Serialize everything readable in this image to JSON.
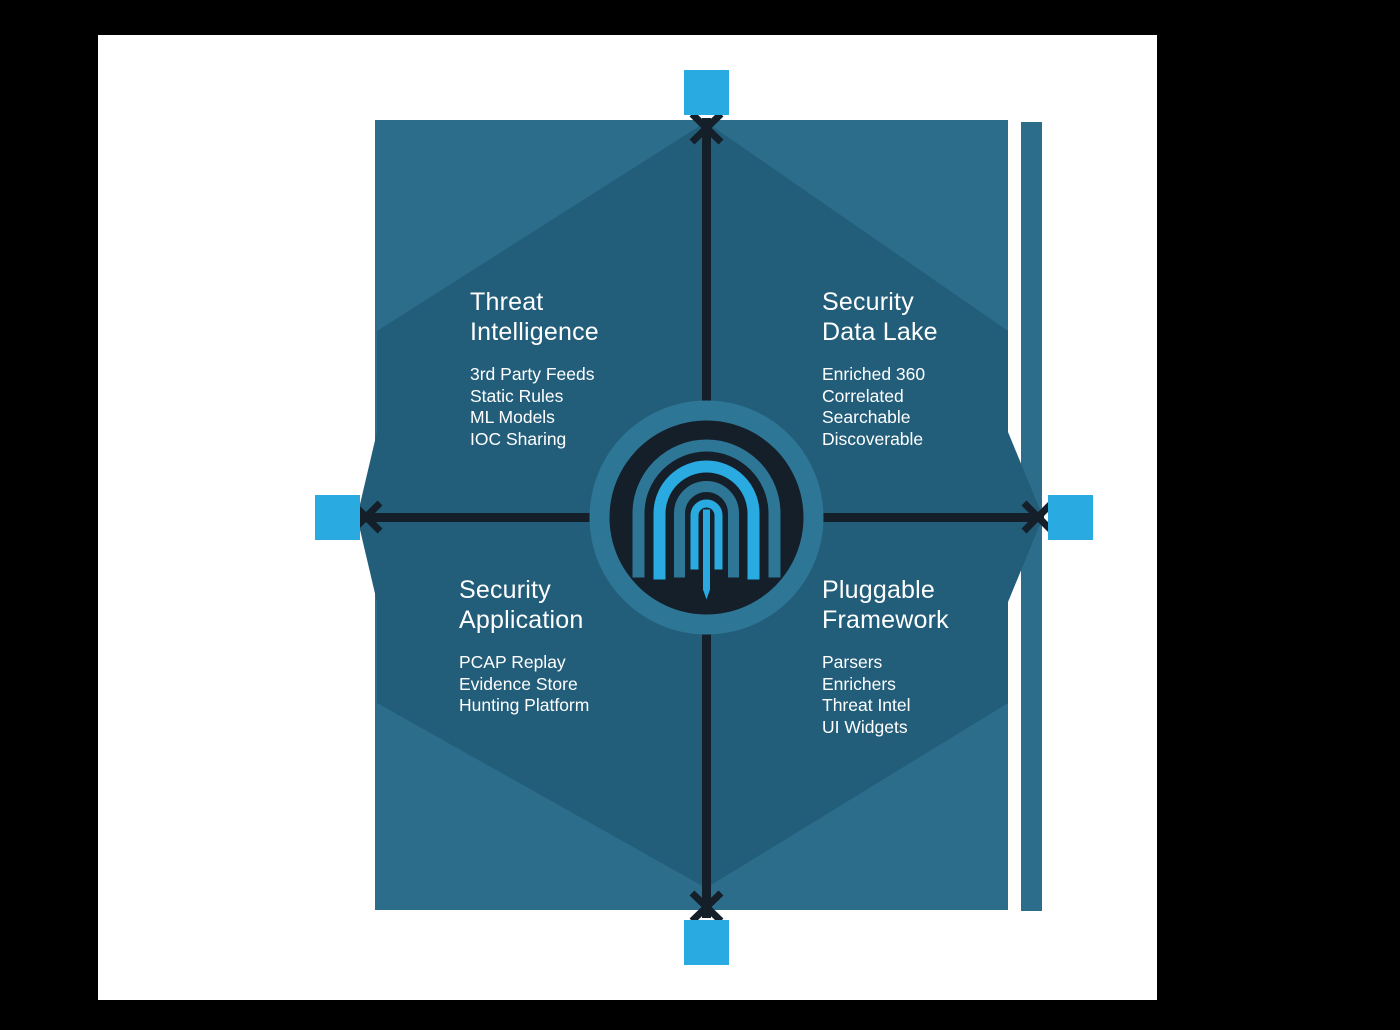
{
  "colors": {
    "background": "#000000",
    "panel": "#ffffff",
    "quadrant_light": "#2c6d8b",
    "quadrant_dark": "#225d7a",
    "cross_dark": "#141f29",
    "accent_blue": "#29abe2",
    "logo_ring_teal": "#2e7695"
  },
  "logo": {
    "name": "metron-logo"
  },
  "quadrants": [
    {
      "id": "threat-intelligence",
      "title_lines": [
        "Threat",
        "Intelligence"
      ],
      "items": [
        "3rd Party Feeds",
        "Static Rules",
        "ML Models",
        "IOC Sharing"
      ]
    },
    {
      "id": "security-data-lake",
      "title_lines": [
        "Security",
        "Data Lake"
      ],
      "items": [
        "Enriched 360",
        "Correlated",
        "Searchable",
        "Discoverable"
      ]
    },
    {
      "id": "security-application",
      "title_lines": [
        "Security",
        "Application"
      ],
      "items": [
        "PCAP Replay",
        "Evidence Store",
        "Hunting Platform"
      ]
    },
    {
      "id": "pluggable-framework",
      "title_lines": [
        "Pluggable",
        "Framework"
      ],
      "items": [
        "Parsers",
        "Enrichers",
        "Threat Intel",
        "UI Widgets"
      ]
    }
  ]
}
